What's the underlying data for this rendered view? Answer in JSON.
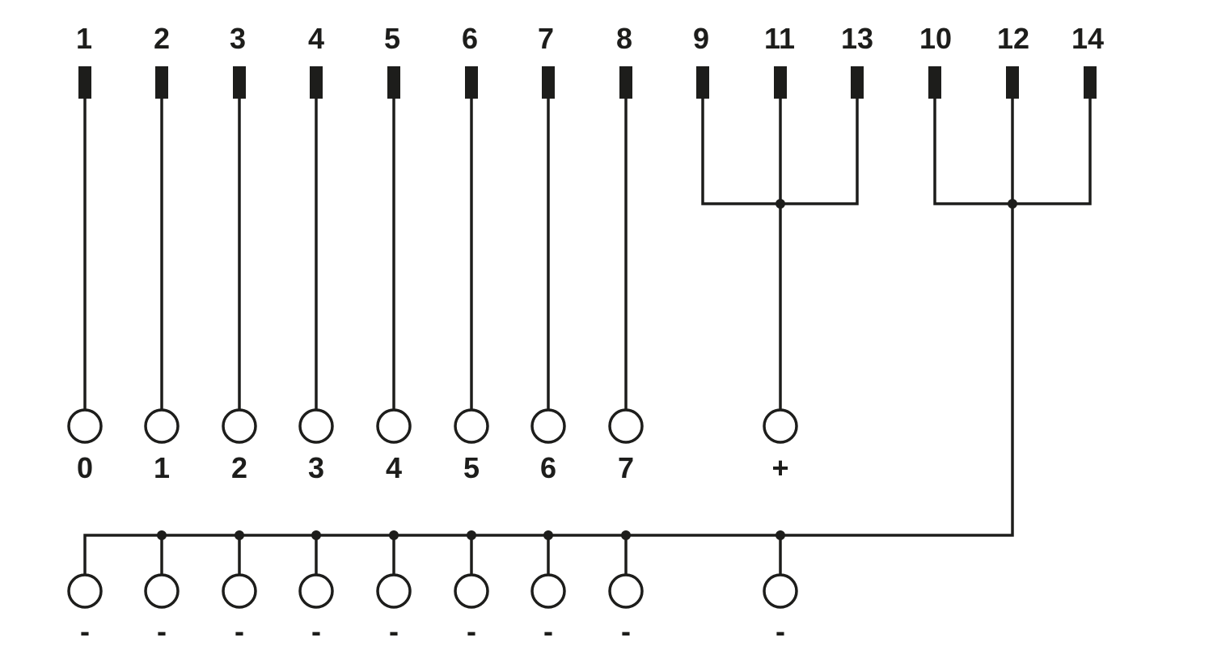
{
  "diagram": {
    "ink_color": "#1d1d1b",
    "background": "#ffffff",
    "top_pins": [
      "1",
      "2",
      "3",
      "4",
      "5",
      "6",
      "7",
      "8",
      "9",
      "11",
      "13",
      "10",
      "12",
      "14"
    ],
    "signal_terminals": [
      "0",
      "1",
      "2",
      "3",
      "4",
      "5",
      "6",
      "7",
      "+"
    ],
    "common_terminals": [
      "-",
      "-",
      "-",
      "-",
      "-",
      "-",
      "-",
      "-",
      "-"
    ]
  }
}
